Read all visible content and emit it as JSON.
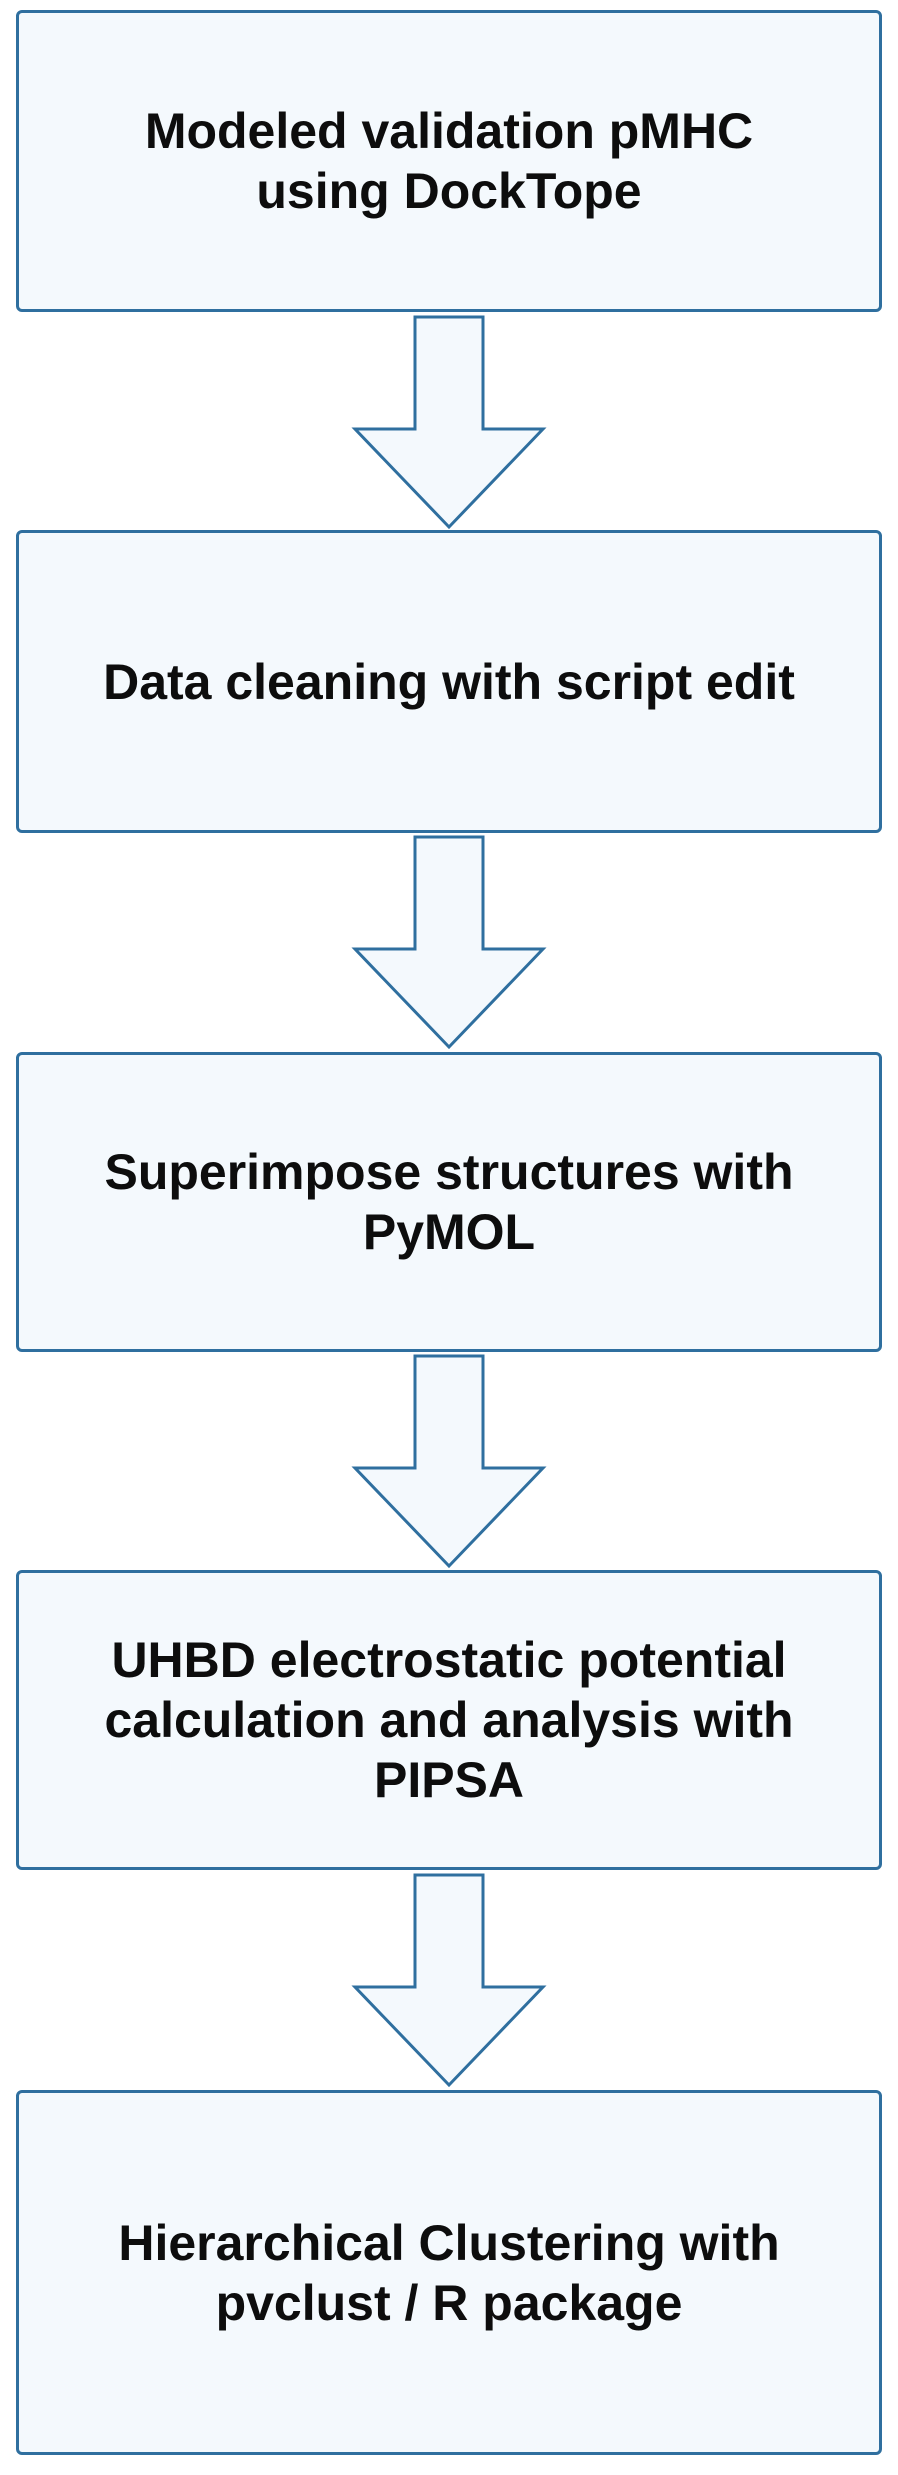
{
  "steps": [
    {
      "label": "Modeled validation pMHC\nusing DockTope"
    },
    {
      "label": "Data cleaning with script edit"
    },
    {
      "label": "Superimpose structures with\nPyMOL"
    },
    {
      "label": "UHBD electrostatic potential\ncalculation and analysis with\nPIPSA"
    },
    {
      "label": "Hierarchical Clustering with\npvclust / R package"
    }
  ],
  "colors": {
    "box_fill": "#f4f9fd",
    "box_border": "#2f6f9f",
    "arrow_fill": "#f4f9fd",
    "arrow_stroke": "#2f6f9f",
    "text": "#0d0d0d"
  },
  "arrow_icon": "down-arrow-icon"
}
